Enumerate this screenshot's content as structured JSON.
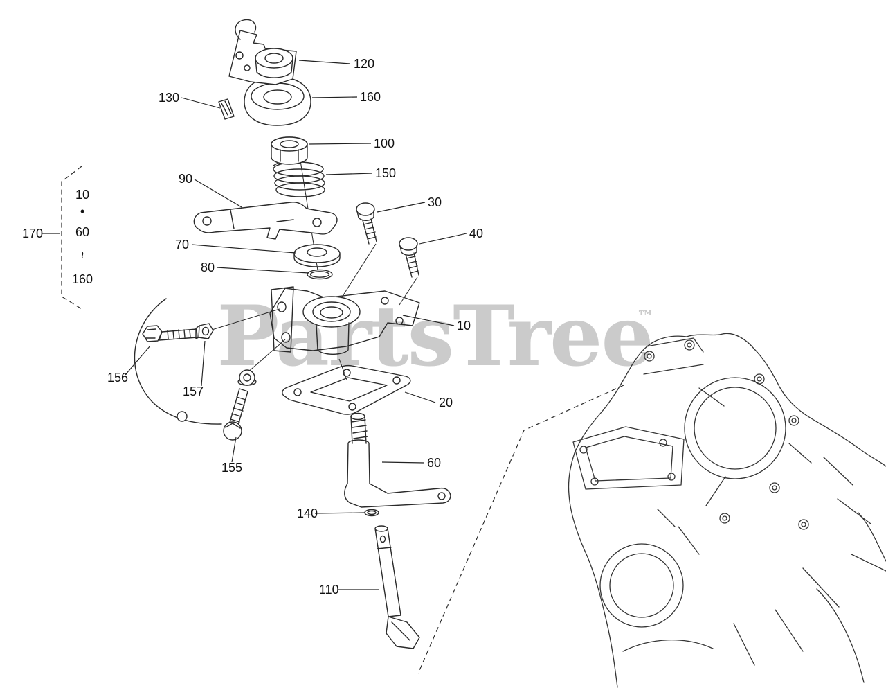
{
  "figure": {
    "background": "#ffffff",
    "line_color": "#2a2a2a",
    "label_color": "#111111"
  },
  "watermark": {
    "text": "PartsTree",
    "tm": "™",
    "color": "#cbcbcb"
  },
  "callouts": [
    {
      "label": "120"
    },
    {
      "label": "130"
    },
    {
      "label": "160"
    },
    {
      "label": "100"
    },
    {
      "label": "150"
    },
    {
      "label": "90"
    },
    {
      "label": "30"
    },
    {
      "label": "40"
    },
    {
      "label": "70"
    },
    {
      "label": "80"
    },
    {
      "label": "10"
    },
    {
      "label": "156"
    },
    {
      "label": "157"
    },
    {
      "label": "20"
    },
    {
      "label": "155"
    },
    {
      "label": "60"
    },
    {
      "label": "140"
    },
    {
      "label": "110"
    }
  ],
  "legend": {
    "label": "170",
    "items": [
      {
        "text": "10"
      },
      {
        "text": "•"
      },
      {
        "text": "60"
      },
      {
        "text": "~"
      },
      {
        "text": "160"
      }
    ]
  }
}
